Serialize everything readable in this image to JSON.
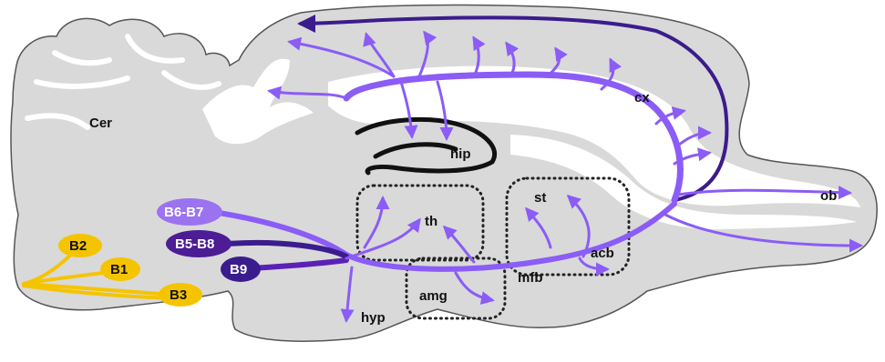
{
  "regions": {
    "cer": "Cer",
    "hip": "hip",
    "cx": "cx",
    "ob": "ob",
    "st": "st",
    "th": "th",
    "acb": "acb",
    "mfb": "mfb",
    "amg": "amg",
    "hyp": "hyp"
  },
  "nuclei": {
    "b6_b7": "B6-B7",
    "b5_b8": "B5-B8",
    "b9": "B9",
    "b2": "B2",
    "b1": "B1",
    "b3": "B3"
  },
  "colors": {
    "brain_fill": "#d9d9d9",
    "brain_stroke": "#444444",
    "light_purple": "#8b5cf6",
    "mid_purple": "#6d28d9",
    "dark_purple": "#3b1c8c",
    "yellow": "#f5c400",
    "white_matter": "#ffffff"
  }
}
